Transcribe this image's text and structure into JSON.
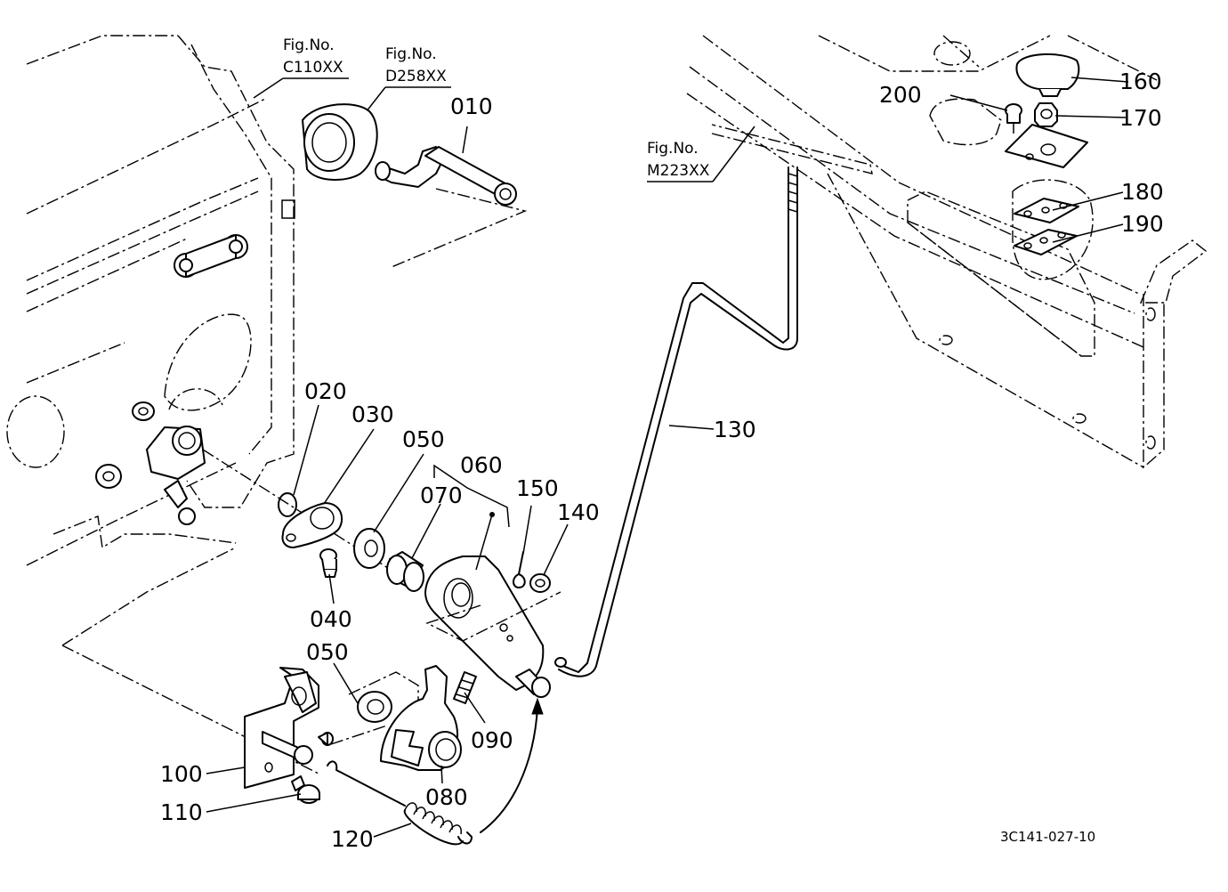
{
  "figure_refs": [
    {
      "prefix": "Fig.No.",
      "code": "C110XX"
    },
    {
      "prefix": "Fig.No.",
      "code": "D258XX"
    },
    {
      "prefix": "Fig.No.",
      "code": "M223XX"
    }
  ],
  "part_labels": [
    "010",
    "020",
    "030",
    "040",
    "050",
    "050",
    "060",
    "070",
    "080",
    "090",
    "100",
    "110",
    "120",
    "130",
    "140",
    "150",
    "160",
    "170",
    "180",
    "190",
    "200"
  ],
  "drawing_code": "3C141-027-10"
}
